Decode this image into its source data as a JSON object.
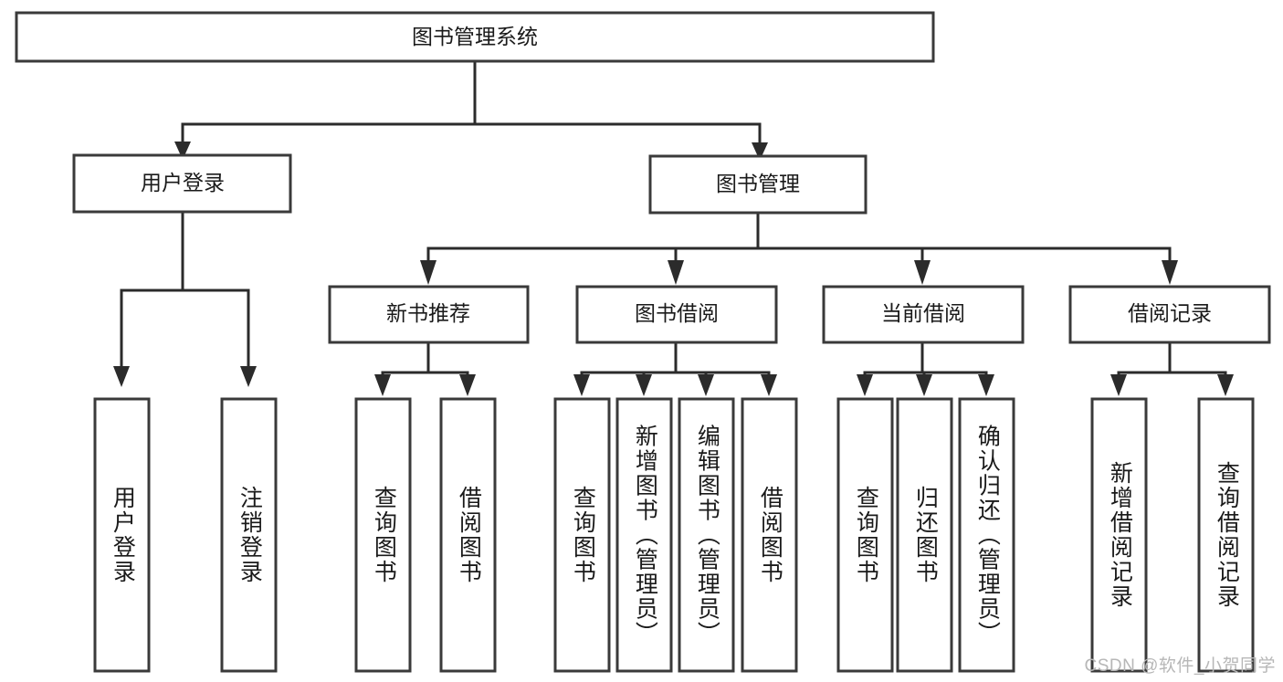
{
  "diagram": {
    "title": "图书管理系统",
    "type": "tree-hierarchy",
    "watermark": "CSDN @软件_小贺同学",
    "colors": {
      "box_stroke": "#3a3a3a",
      "connector": "#2b2b2b",
      "background": "#ffffff",
      "text": "#1a1a1a",
      "watermark": "#b7b7b7"
    },
    "root": {
      "label": "图书管理系统"
    },
    "level2": [
      {
        "label": "用户登录"
      },
      {
        "label": "图书管理"
      }
    ],
    "level3": [
      {
        "label": "新书推荐"
      },
      {
        "label": "图书借阅"
      },
      {
        "label": "当前借阅"
      },
      {
        "label": "借阅记录"
      }
    ],
    "leaves": {
      "user_login": [
        {
          "label": "用户登录"
        },
        {
          "label": "注销登录"
        }
      ],
      "new_book_recommend": [
        {
          "label": "查询图书"
        },
        {
          "label": "借阅图书"
        }
      ],
      "book_borrow": [
        {
          "label": "查询图书"
        },
        {
          "label": "新增图书（管理员）"
        },
        {
          "label": "编辑图书（管理员）"
        },
        {
          "label": "借阅图书"
        }
      ],
      "current_borrow": [
        {
          "label": "查询图书"
        },
        {
          "label": "归还图书"
        },
        {
          "label": "确认归还（管理员）"
        }
      ],
      "borrow_record": [
        {
          "label": "新增借阅记录"
        },
        {
          "label": "查询借阅记录"
        }
      ]
    }
  }
}
